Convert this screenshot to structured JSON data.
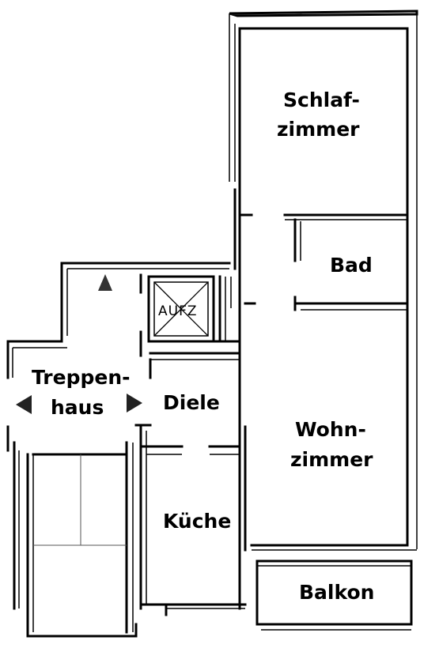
{
  "floor_plan": {
    "rooms": {
      "schlafzimmer": [
        "Schlaf-",
        "zimmer"
      ],
      "bad": "Bad",
      "treppenhaus": [
        "Treppen-",
        "haus"
      ],
      "diele": "Diele",
      "wohnzimmer": [
        "Wohn-",
        "zimmer"
      ],
      "kueche": "Küche",
      "balkon": "Balkon"
    },
    "elevator": "AUFZ"
  }
}
